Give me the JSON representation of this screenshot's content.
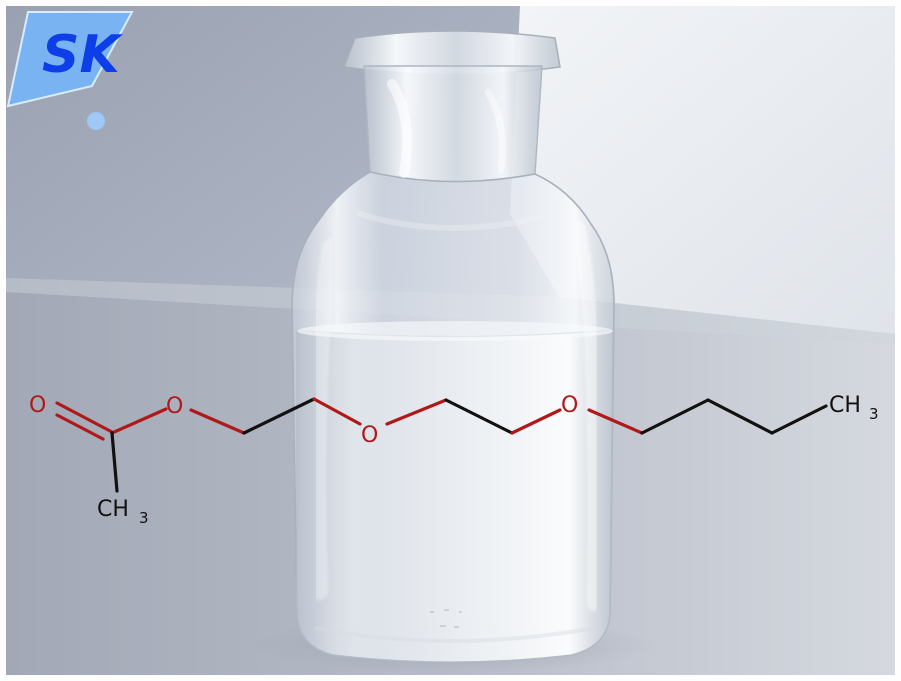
{
  "image": {
    "logo": {
      "text": "SK",
      "icon": "triangle-logo-icon"
    },
    "molecule": {
      "atoms": {
        "carbonyl_oxygen": "O",
        "ester_oxygen": "O",
        "middle_ether_oxygen": "O",
        "right_ether_oxygen": "O",
        "methyl_left": "CH",
        "methyl_left_sub": "3",
        "methyl_right": "CH",
        "methyl_right_sub": "3"
      }
    },
    "colors": {
      "bond_black": "#111111",
      "oxygen_red": "#b01919",
      "logo_blue": "#0d3ee8",
      "logo_light_blue": "#79b3f2"
    }
  }
}
